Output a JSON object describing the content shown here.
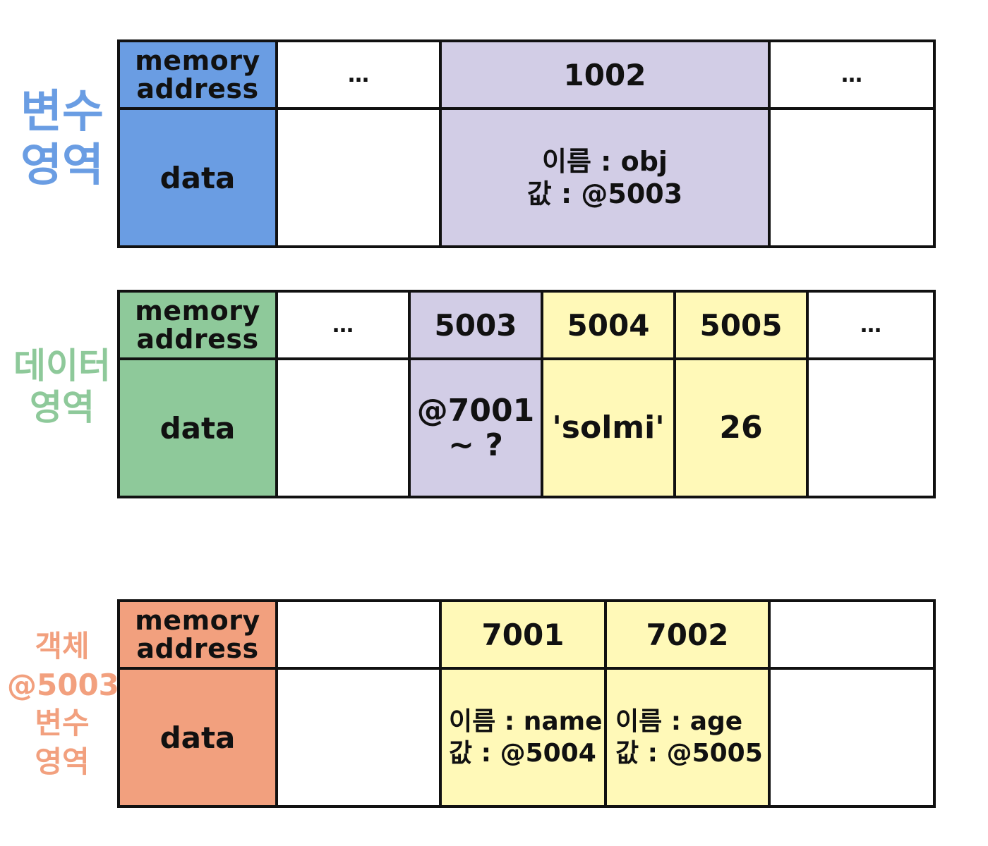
{
  "colors": {
    "variable_area": "#6a9de3",
    "data_area": "#8ec99a",
    "object_area": "#f2a07e",
    "lavender_cell": "#d2cde6",
    "yellow_cell": "#fff9b8",
    "white_cell": "#ffffff",
    "border": "#111111"
  },
  "variable_area": {
    "label_lines": [
      "변수",
      "영역"
    ],
    "header": {
      "row1_lines": [
        "memory",
        "address"
      ],
      "row2": "data"
    },
    "cells": [
      {
        "address": "…",
        "data_lines": []
      },
      {
        "address": "1002",
        "data_lines": [
          "이름 : obj",
          "값 : @5003"
        ]
      },
      {
        "address": "…",
        "data_lines": []
      }
    ]
  },
  "data_area": {
    "label_lines": [
      "데이터",
      "영역"
    ],
    "header": {
      "row1_lines": [
        "memory",
        "address"
      ],
      "row2": "data"
    },
    "cells": [
      {
        "address": "…",
        "data_lines": []
      },
      {
        "address": "5003",
        "data_lines": [
          "@7001",
          "~ ?"
        ]
      },
      {
        "address": "5004",
        "data_lines": [
          "'solmi'"
        ]
      },
      {
        "address": "5005",
        "data_lines": [
          "26"
        ]
      },
      {
        "address": "…",
        "data_lines": []
      }
    ]
  },
  "object_area": {
    "label_lines": [
      "객체",
      "@5003",
      "변수",
      "영역"
    ],
    "header": {
      "row1_lines": [
        "memory",
        "address"
      ],
      "row2": "data"
    },
    "cells": [
      {
        "address": "",
        "data_lines": []
      },
      {
        "address": "7001",
        "data_lines": [
          "이름 : name",
          "값 : @5004"
        ]
      },
      {
        "address": "7002",
        "data_lines": [
          "이름 : age",
          "값 : @5005"
        ]
      },
      {
        "address": "",
        "data_lines": []
      }
    ]
  }
}
